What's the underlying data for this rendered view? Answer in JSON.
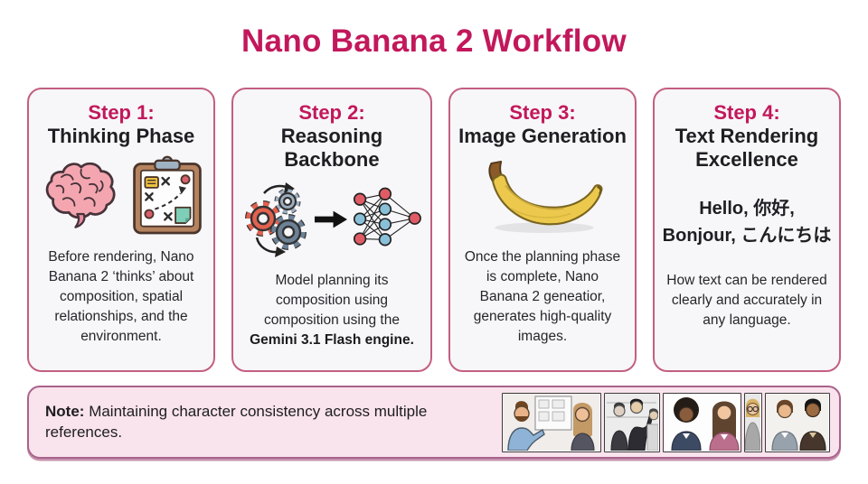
{
  "title": "Nano Banana 2 Workflow",
  "colors": {
    "accent": "#c2185b",
    "card_border": "#c35f80",
    "card_bg": "#f7f6f9",
    "note_bg": "#f9e3ec",
    "note_border": "#a8638c",
    "body_text": "#232327"
  },
  "steps": [
    {
      "label": "Step 1:",
      "title": "Thinking Phase",
      "icons": [
        "brain-icon",
        "clipboard-strategy-icon"
      ],
      "description": "Before rendering, Nano Banana 2 ‘thinks’ about composition, spatial relationships, and the environment."
    },
    {
      "label": "Step 2:",
      "title": "Reasoning Backbone",
      "icons": [
        "gears-icon",
        "arrow-right-icon",
        "neural-network-icon"
      ],
      "description_pre": "Model planning its composition using composition using the ",
      "description_bold": "Gemini 3.1 Flash engine.",
      "description_post": ""
    },
    {
      "label": "Step 3:",
      "title": "Image Generation",
      "icons": [
        "banana-icon"
      ],
      "description": "Once the planning phase is complete, Nano Banana 2 geneatior, generates high-quality images."
    },
    {
      "label": "Step 4:",
      "title": "Text Rendering Excellence",
      "sample_text": "Hello, 你好, Bonjour, こんにちは",
      "description": "How text can be rendered clearly and accurately in any language."
    }
  ],
  "note": {
    "label": "Note:",
    "text": "Maintaining character consistency across multiple references.",
    "panels": [
      "storyboard-review",
      "office-meeting",
      "two-women",
      "person-with-glasses",
      "two-men"
    ]
  }
}
